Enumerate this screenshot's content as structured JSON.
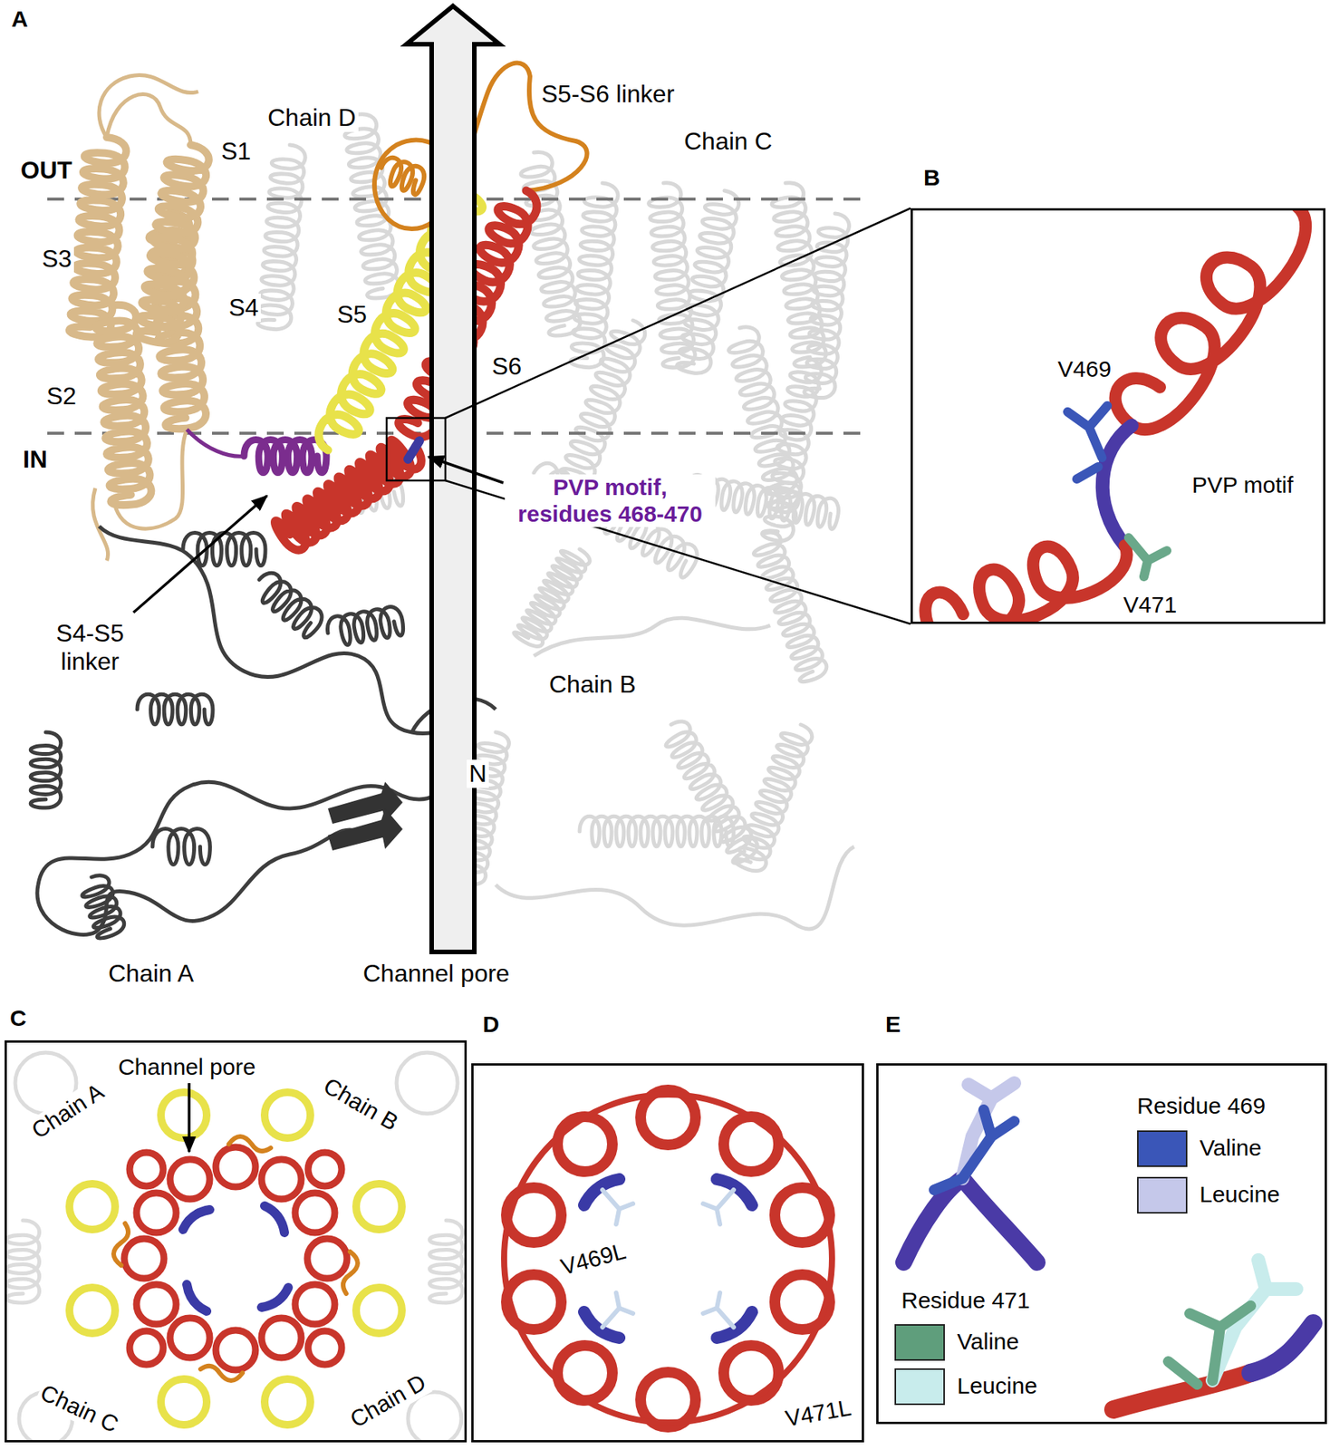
{
  "diagram": {
    "nodes": [
      {
        "text": [
          "V469",
          "PVP motif",
          "V471"
        ]
      },
      {
        "text": [
          "Channel pore",
          "Chain A",
          "Chain B",
          "Chain C",
          "Chain D"
        ]
      },
      {
        "text": [
          "V469L",
          "V471L"
        ]
      },
      {
        "text": [
          "Residue 469",
          "Residue 471"
        ]
      }
    ],
    "labels": [
      "A",
      "OUT",
      "S1",
      "Chain D",
      "S5-S6 linker",
      "Chain C",
      "S3",
      "S4",
      "S5",
      "S2",
      "S6",
      "IN",
      "PVP motif, residues 468-470",
      "S4-S5 linker",
      "Chain B",
      "N",
      "Chain A",
      "Channel pore",
      "B",
      "C",
      "D",
      "E"
    ],
    "legend": [
      {
        "text": "Valine",
        "color": "#3a56b8"
      },
      {
        "text": "Leucine",
        "color": "#c5c8ea"
      },
      {
        "text": "Valine",
        "color": "#5f9e7c"
      },
      {
        "text": "Leucine",
        "color": "#c8ecec"
      }
    ]
  }
}
